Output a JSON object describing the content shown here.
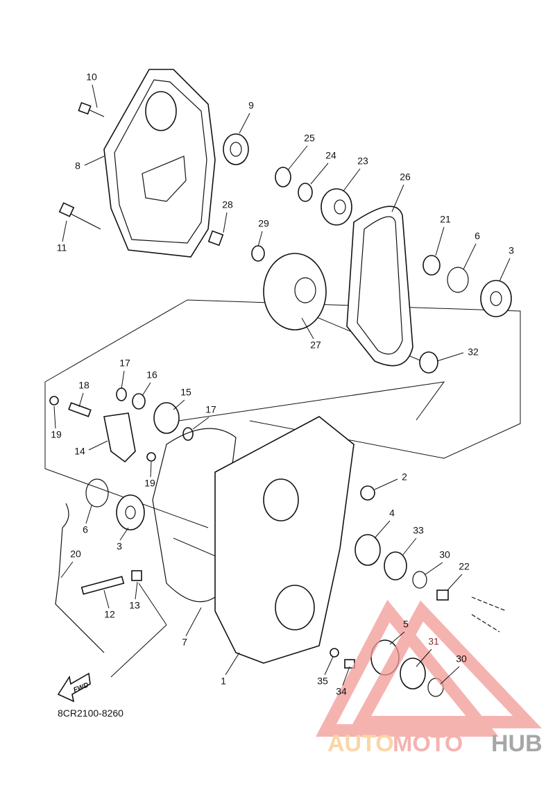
{
  "callouts": [
    "10",
    "9",
    "8",
    "25",
    "24",
    "23",
    "26",
    "28",
    "29",
    "11",
    "21",
    "6",
    "3",
    "27",
    "32",
    "17",
    "16",
    "15",
    "17",
    "18",
    "19",
    "14",
    "19",
    "2",
    "6",
    "3",
    "4",
    "33",
    "30",
    "22",
    "20",
    "12",
    "13",
    "7",
    "5",
    "31",
    "30",
    "1",
    "35",
    "34"
  ],
  "fwd_label": "FWD",
  "diagram_code": "8CR2100-8260",
  "watermark": {
    "part1": "AUTO",
    "part2": "MOTO",
    "part3": "HUB",
    "color1": "#f9c98a",
    "color2": "#f29a96",
    "color3": "#8a8a8a"
  }
}
